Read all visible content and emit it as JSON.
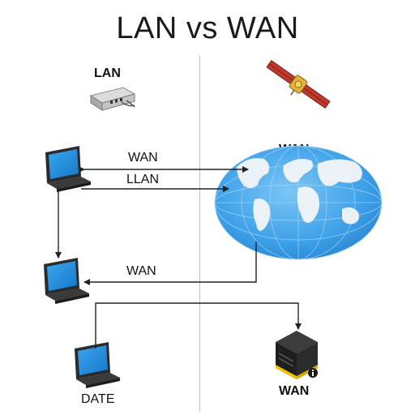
{
  "title": "LAN vs WAN",
  "left_header": "LAN",
  "right_header": "WAN",
  "connection_labels": {
    "top": "WAN",
    "middle": "LLAN",
    "lower": "WAN"
  },
  "device_labels": {
    "bottom_left": "DATE",
    "bottom_right": "WAN"
  },
  "colors": {
    "globe": "#3da0e8",
    "land": "#f3f6f8",
    "screen": "#1f8fe0",
    "server_accent": "#f2c200",
    "line": "#222222"
  },
  "icons": {
    "router": "router-icon",
    "satellite": "satellite-icon",
    "globe": "globe-icon",
    "server": "server-icon",
    "laptop": "laptop-icon"
  }
}
